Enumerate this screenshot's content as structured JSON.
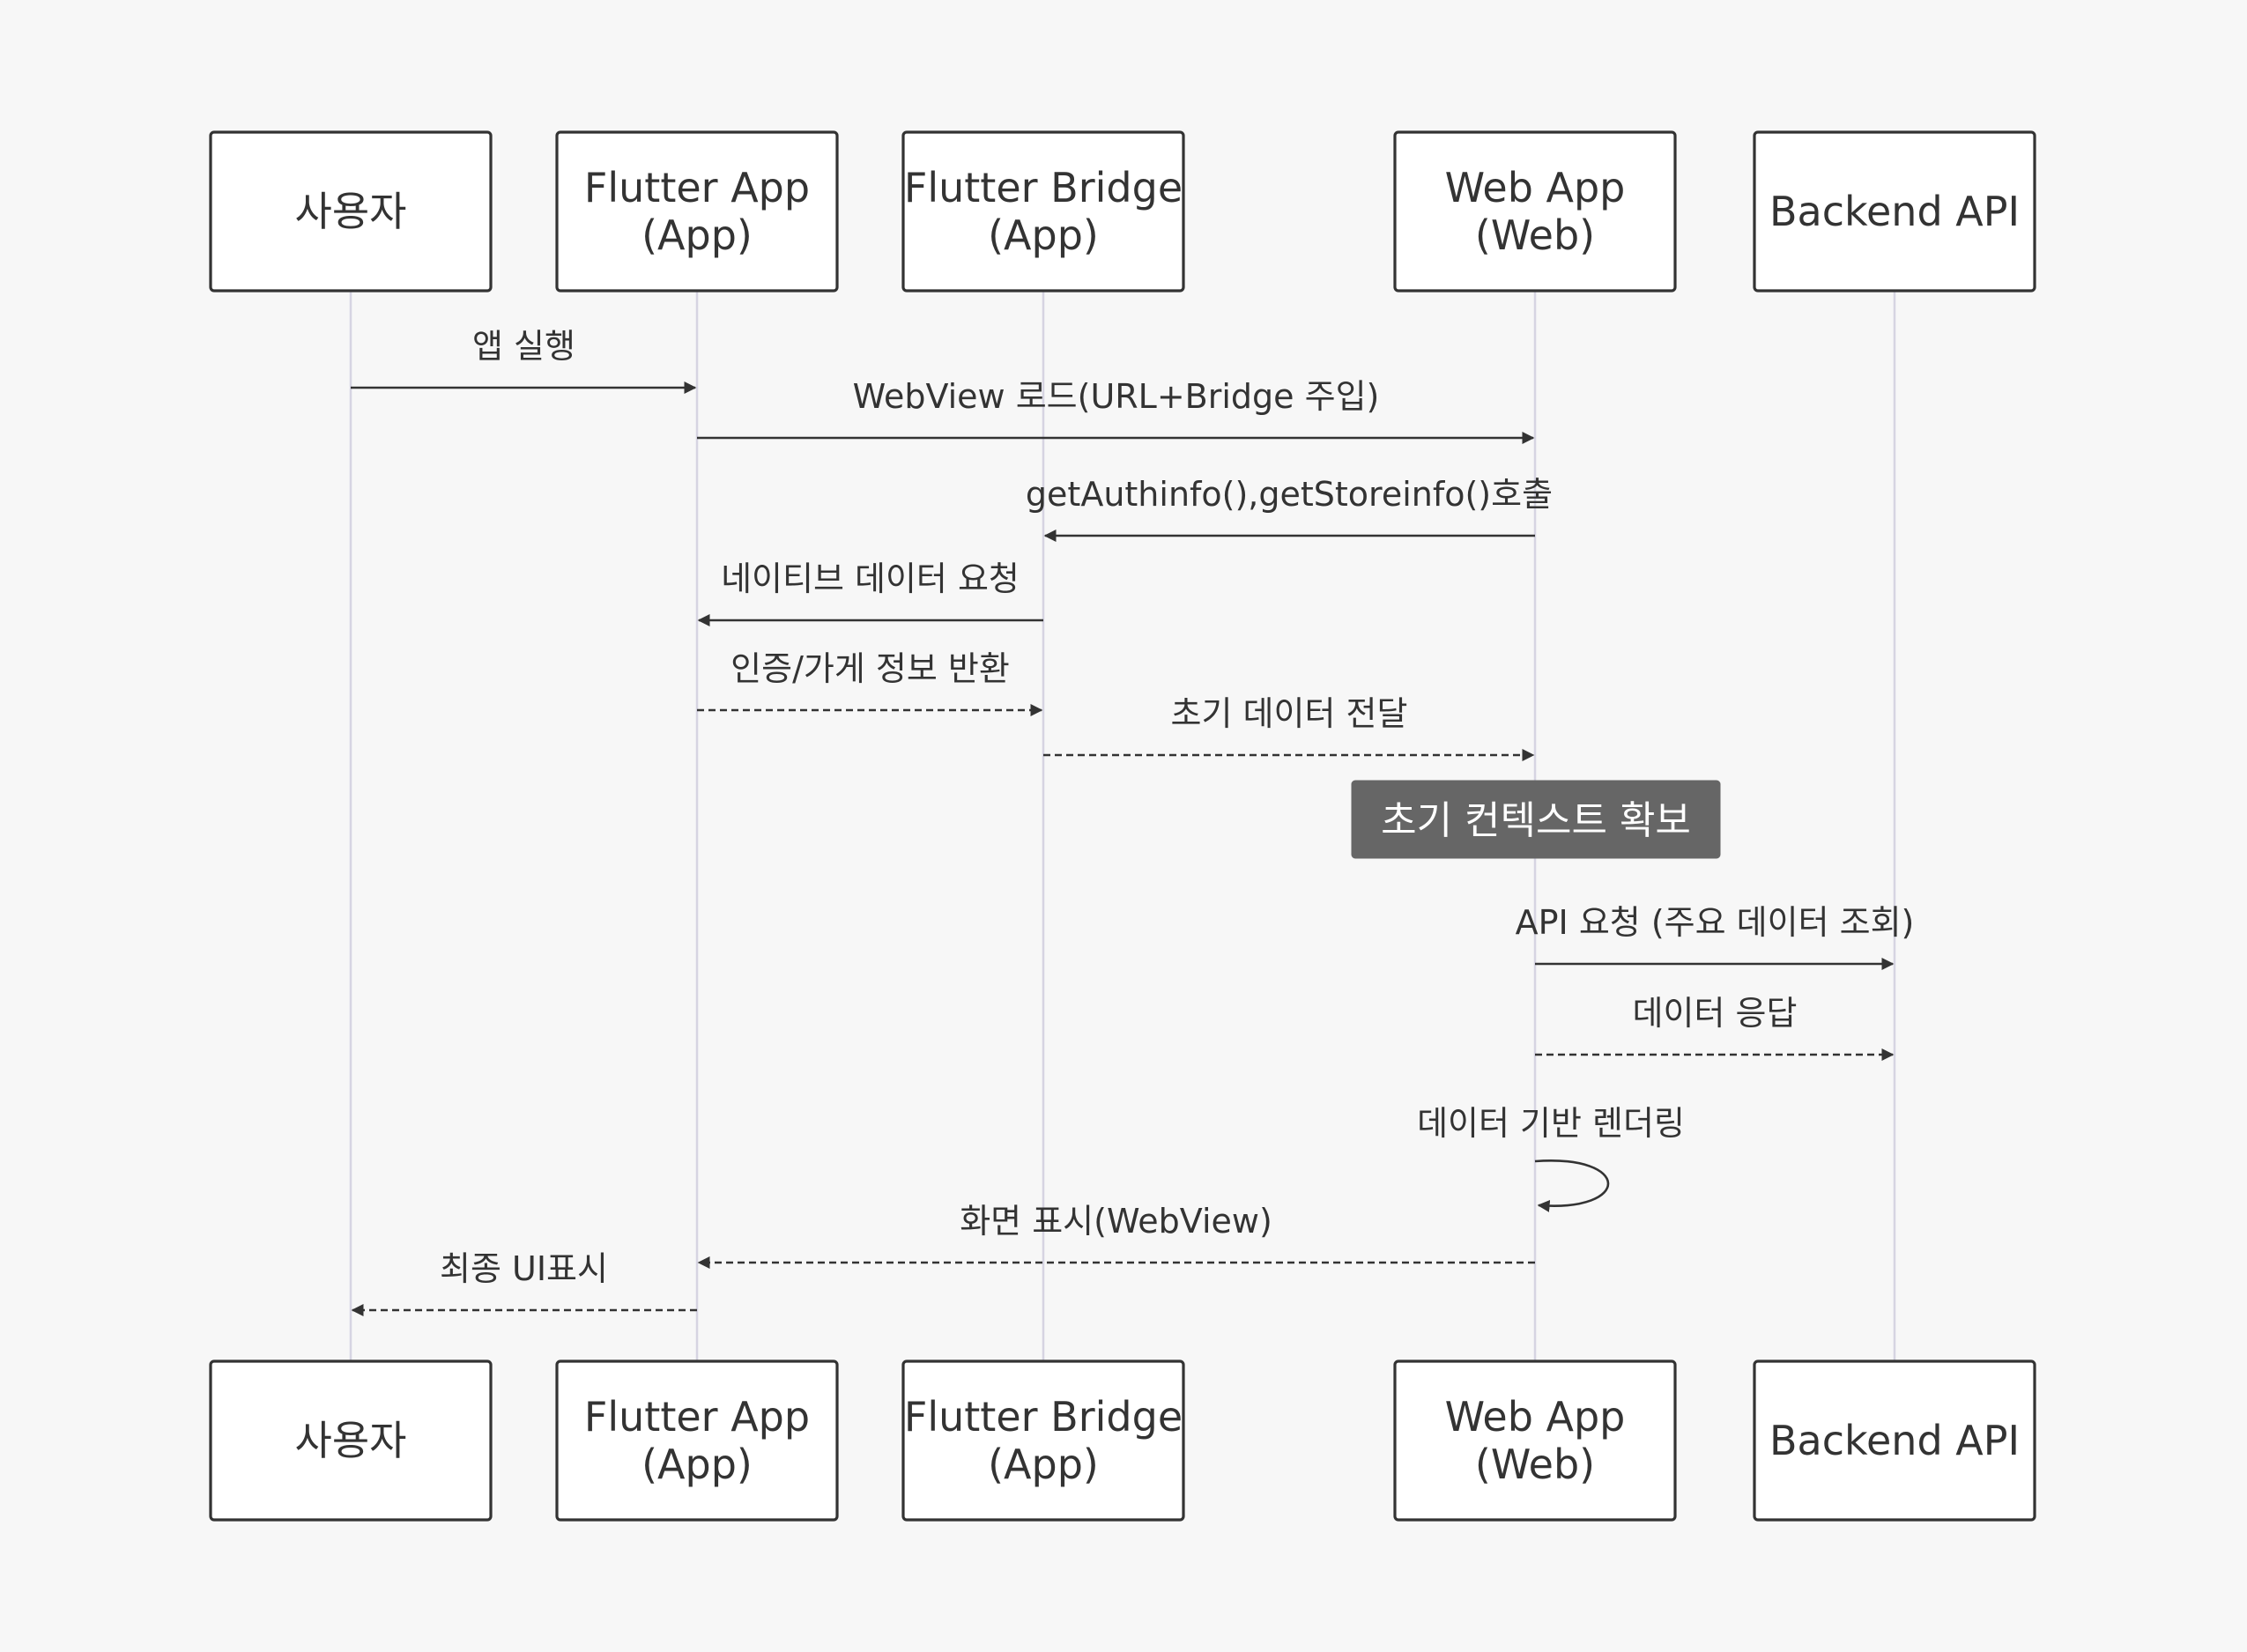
{
  "participants": [
    {
      "id": "user",
      "lines": [
        "사용자"
      ]
    },
    {
      "id": "flutter_app",
      "lines": [
        "Flutter App",
        "(App)"
      ]
    },
    {
      "id": "flutter_bridge",
      "lines": [
        "Flutter Bridge",
        "(App)"
      ]
    },
    {
      "id": "web_app",
      "lines": [
        "Web App",
        "(Web)"
      ]
    },
    {
      "id": "backend_api",
      "lines": [
        "Backend API"
      ]
    }
  ],
  "messages": [
    {
      "from": "user",
      "to": "flutter_app",
      "label": "앱 실행",
      "style": "solid"
    },
    {
      "from": "flutter_app",
      "to": "web_app",
      "label": "WebView 로드(URL+Bridge 주입)",
      "style": "solid"
    },
    {
      "from": "web_app",
      "to": "flutter_bridge",
      "label": "getAuthinfo(),getStoreinfo()호출",
      "style": "solid"
    },
    {
      "from": "flutter_bridge",
      "to": "flutter_app",
      "label": "네이티브 데이터 요청",
      "style": "solid"
    },
    {
      "from": "flutter_app",
      "to": "flutter_bridge",
      "label": "인증/가게 정보 반환",
      "style": "dashed"
    },
    {
      "from": "flutter_bridge",
      "to": "web_app",
      "label": "초기 데이터 전달",
      "style": "dashed"
    },
    {
      "from": "web_app",
      "to": "backend_api",
      "label": "API 요청 (주요 데이터 조회)",
      "style": "solid"
    },
    {
      "from": "web_app",
      "to": "backend_api",
      "label": "데이터 응답",
      "style": "dashed"
    },
    {
      "from": "web_app",
      "to": "web_app",
      "label": "데이터 기반 렌더링",
      "style": "solid"
    },
    {
      "from": "web_app",
      "to": "flutter_app",
      "label": "화면 표시(WebView)",
      "style": "dashed"
    },
    {
      "from": "flutter_app",
      "to": "user",
      "label": "최종 UI표시",
      "style": "dashed"
    }
  ],
  "note": {
    "over": "web_app",
    "text": "초기 컨텍스트 확보"
  },
  "colors": {
    "background": "#f7f7f7",
    "box_fill": "#ffffff",
    "box_stroke": "#333333",
    "lifeline": "#d6d4e2",
    "note_fill": "#666666",
    "note_text": "#ffffff",
    "text": "#333333"
  }
}
